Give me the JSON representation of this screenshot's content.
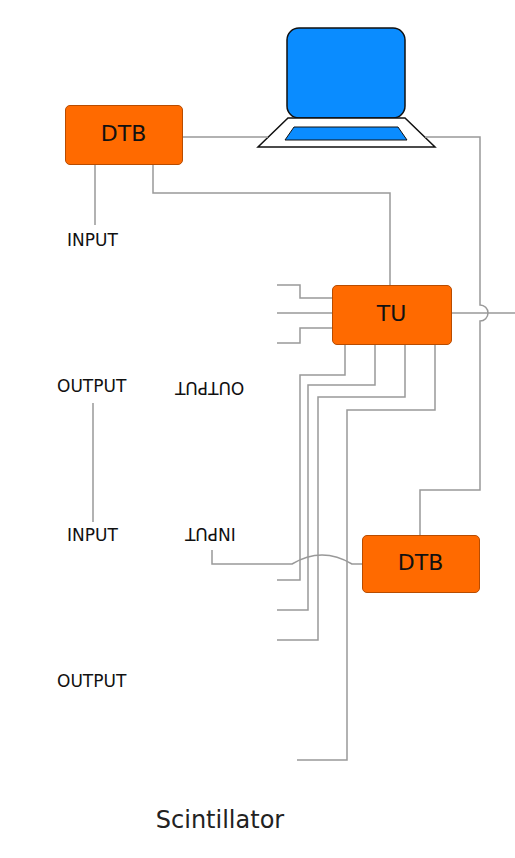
{
  "diagram": {
    "nodes": [
      {
        "text": [
          "DTB"
        ]
      },
      {
        "text": [
          "INPUT",
          "OUTPUT"
        ]
      },
      {
        "text": [
          "TU"
        ]
      },
      {
        "text": [
          "OUTPUT",
          "INPUT"
        ]
      },
      {
        "text": [
          "INPUT",
          "OUTPUT"
        ]
      },
      {
        "text": [
          "DTB"
        ]
      },
      {
        "text": [
          "Scintillator"
        ]
      }
    ],
    "edges": [
      {
        "from": 0,
        "to": 1,
        "arrow": "none"
      },
      {
        "from": 0,
        "to": 2,
        "arrow": "none"
      },
      {
        "from": 1,
        "to": 2,
        "arrow": "none"
      },
      {
        "from": 1,
        "to": 2,
        "arrow": "none"
      },
      {
        "from": 1,
        "to": 2,
        "arrow": "none"
      },
      {
        "from": 1,
        "to": 4,
        "arrow": "none"
      },
      {
        "from": 3,
        "to": 5,
        "arrow": "none"
      },
      {
        "from": 4,
        "to": 2,
        "arrow": "none"
      },
      {
        "from": 4,
        "to": 2,
        "arrow": "none"
      },
      {
        "from": 4,
        "to": 2,
        "arrow": "none"
      },
      {
        "from": 6,
        "to": 2,
        "arrow": "none"
      }
    ]
  }
}
